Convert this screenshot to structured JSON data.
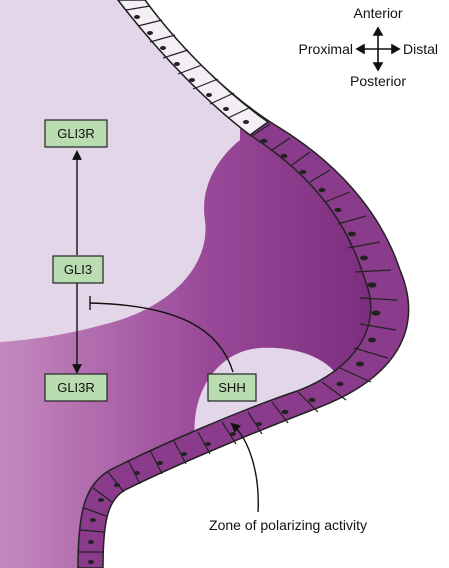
{
  "compass": {
    "top": "Anterior",
    "bottom": "Posterior",
    "left": "Proximal",
    "right": "Distal"
  },
  "boxes": {
    "gli3r_top": "GLI3R",
    "gli3": "GLI3",
    "gli3r_bottom": "GLI3R",
    "shh": "SHH"
  },
  "zpa_label": "Zone of polarizing activity",
  "colors": {
    "mesenchyme_light": "#e3d6e8",
    "mesenchyme_dark": "#7d2f7f",
    "ectoderm_light": "#f4eef5",
    "ectoderm_dark": "#8b3b8c",
    "box_fill": "#b9dcb0"
  }
}
